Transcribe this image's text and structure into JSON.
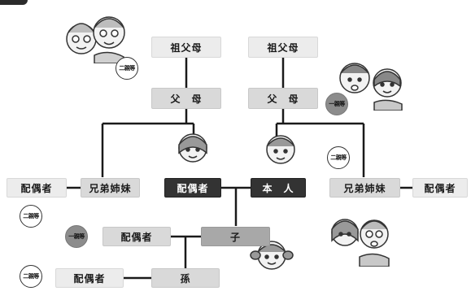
{
  "diagram": {
    "grandparents_left": "祖父母",
    "grandparents_right": "祖父母",
    "parents_left": "父　母",
    "parents_right": "父　母",
    "spouse_center": "配偶者",
    "self": "本　人",
    "sibling_spouse_left": "配偶者",
    "siblings_left": "兄弟姉妹",
    "siblings_right": "兄弟姉妹",
    "sibling_spouse_right": "配偶者",
    "child_spouse": "配偶者",
    "child": "子",
    "grandchild_spouse": "配偶者",
    "grandchild": "孫"
  },
  "badges": {
    "grandparents": "二親等",
    "parents": "一親等",
    "siblings_left": "二親等",
    "siblings_right": "二親等",
    "child": "一親等",
    "grandchild": "二親等"
  },
  "colors": {
    "lightest": "#ececec",
    "light": "#d9d9d9",
    "mid": "#a8a8a8",
    "dark": "#333333",
    "line": "#1a1a1a"
  }
}
